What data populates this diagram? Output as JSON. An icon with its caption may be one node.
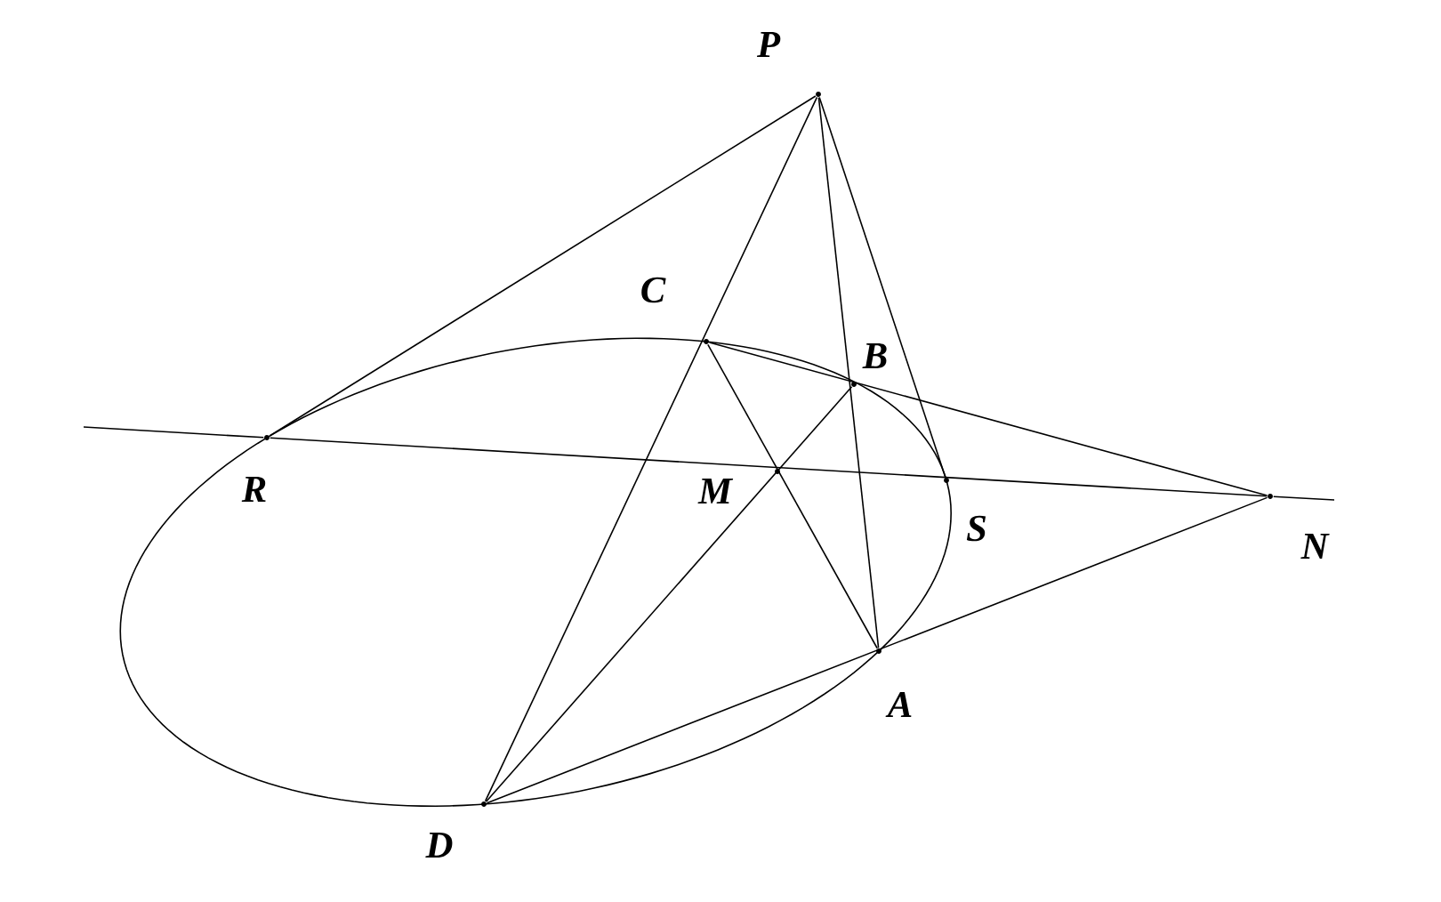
{
  "diagram": {
    "nodes": [
      {
        "text": [
          "P"
        ]
      },
      {
        "text": [
          "C"
        ]
      },
      {
        "text": [
          "B"
        ]
      },
      {
        "text": [
          "R"
        ]
      },
      {
        "text": [
          "M"
        ]
      },
      {
        "text": [
          "S"
        ]
      },
      {
        "text": [
          "N"
        ]
      },
      {
        "text": [
          "A"
        ]
      },
      {
        "text": [
          "D"
        ]
      }
    ],
    "edges": [
      {
        "from": 0,
        "to": 3,
        "arrow": "none"
      },
      {
        "from": 0,
        "to": 5,
        "arrow": "none"
      },
      {
        "from": 0,
        "to": 8,
        "arrow": "none"
      },
      {
        "from": 0,
        "to": 7,
        "arrow": "none"
      },
      {
        "from": 1,
        "to": 7,
        "arrow": "none"
      },
      {
        "from": 8,
        "to": 2,
        "arrow": "none"
      },
      {
        "from": 1,
        "to": 6,
        "arrow": "none"
      },
      {
        "from": 8,
        "to": 6,
        "arrow": "none"
      },
      {
        "from": 3,
        "to": 6,
        "arrow": "none"
      },
      {
        "from": null,
        "to": 3,
        "arrow": "none"
      },
      {
        "from": 6,
        "to": null,
        "arrow": "none"
      }
    ]
  }
}
